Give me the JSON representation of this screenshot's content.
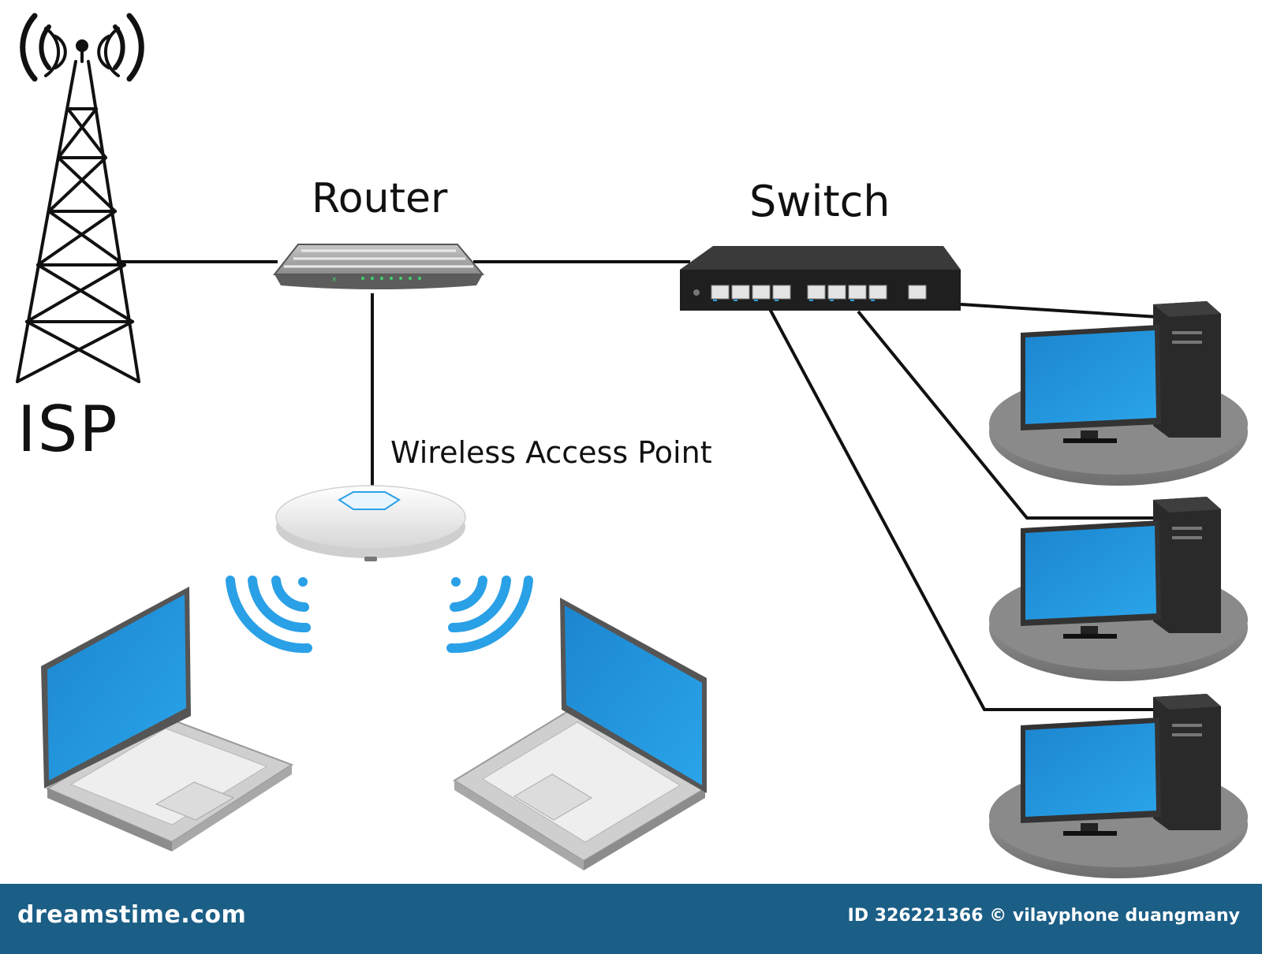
{
  "labels": {
    "isp": "ISP",
    "router": "Router",
    "switch": "Switch",
    "wireless_access_point": "Wireless Access Point"
  },
  "footer": {
    "brand": "dreamstime.com",
    "credit": "ID 326221366 © vilayphone duangmany"
  },
  "watermark": "dreamstime",
  "colors": {
    "cable": "#111111",
    "screen": "#1e8fd6",
    "wifi": "#2aa0e6",
    "footer": "#1b5e86",
    "device_dark": "#2b2b2b",
    "desk": "#7a7a7a"
  }
}
